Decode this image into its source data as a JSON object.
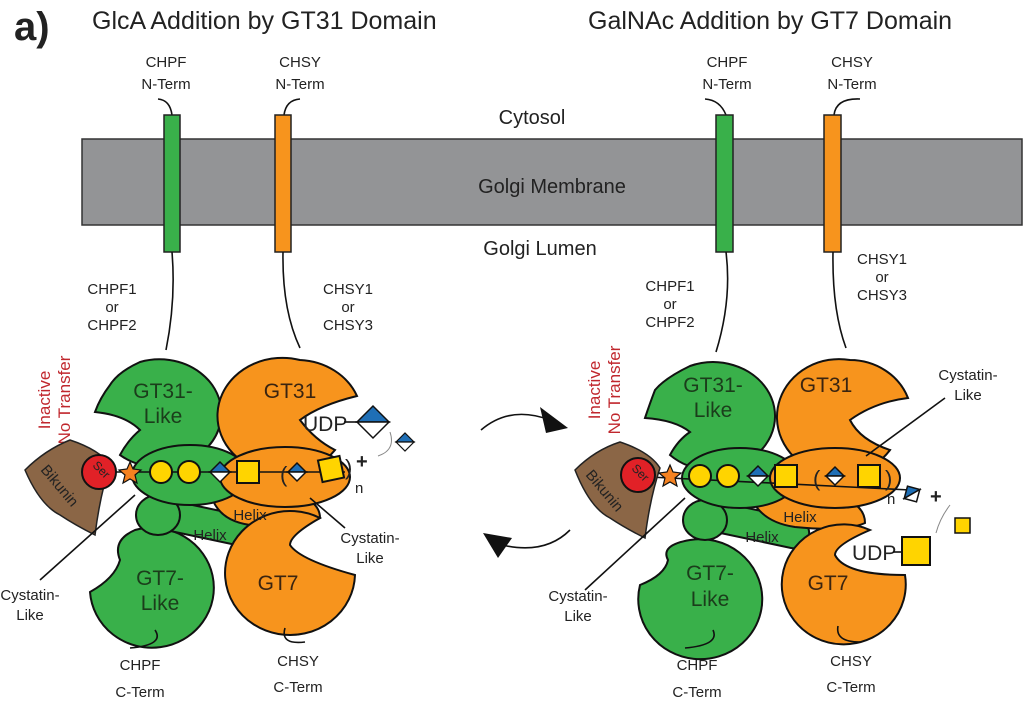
{
  "panel_label": "a)",
  "colors": {
    "membrane": "#939496",
    "chpf_green": "#39b04a",
    "chsy_orange": "#f7941d",
    "bikunin_brown": "#8b6646",
    "ser_red": "#e12127",
    "glca_blue": "#1f6fb6",
    "gal_yellow": "#ffd400",
    "xyl_orange": "#f58220",
    "inactive_red": "#c0272d"
  },
  "compartments": {
    "cytosol": "Cytosol",
    "membrane": "Golgi Membrane",
    "lumen": "Golgi Lumen"
  },
  "panels": [
    {
      "title": "GlcA Addition by GT31 Domain",
      "chpf_nterm": [
        "CHPF",
        "N-Term"
      ],
      "chsy_nterm": [
        "CHSY",
        "N-Term"
      ],
      "chpf_isoforms": [
        "CHPF1",
        "or",
        "CHPF2"
      ],
      "chsy_isoforms": [
        "CHSY1",
        "or",
        "CHSY3"
      ],
      "inactive": [
        "Inactive",
        "No Transfer"
      ],
      "gt31_like": [
        "GT31-",
        "Like"
      ],
      "gt31": "GT31",
      "gt7_like": [
        "GT7-",
        "Like"
      ],
      "gt7": "GT7",
      "helix": "Helix",
      "udp": "UDP",
      "bikunin": "Bikunin",
      "ser": "Ser",
      "repeat_n": "n",
      "plus": "+",
      "cystatin_left": [
        "Cystatin-",
        "Like"
      ],
      "cystatin_right": [
        "Cystatin-",
        "Like"
      ],
      "chpf_cterm": [
        "CHPF",
        "C-Term"
      ],
      "chsy_cterm": [
        "CHSY",
        "C-Term"
      ]
    },
    {
      "title": "GalNAc Addition by GT7 Domain",
      "chpf_nterm": [
        "CHPF",
        "N-Term"
      ],
      "chsy_nterm": [
        "CHSY",
        "N-Term"
      ],
      "chpf_isoforms": [
        "CHPF1",
        "or",
        "CHPF2"
      ],
      "chsy_isoforms": [
        "CHSY1",
        "or",
        "CHSY3"
      ],
      "inactive": [
        "Inactive",
        "No Transfer"
      ],
      "gt31_like": [
        "GT31-",
        "Like"
      ],
      "gt31": "GT31",
      "gt7_like": [
        "GT7-",
        "Like"
      ],
      "gt7": "GT7",
      "helix": "Helix",
      "udp": "UDP",
      "bikunin": "Bikunin",
      "ser": "Ser",
      "repeat_n": "n",
      "plus": "+",
      "cystatin_left": [
        "Cystatin-",
        "Like"
      ],
      "cystatin_right": [
        "Cystatin-",
        "Like"
      ],
      "chpf_cterm": [
        "CHPF",
        "C-Term"
      ],
      "chsy_cterm": [
        "CHSY",
        "C-Term"
      ]
    }
  ]
}
